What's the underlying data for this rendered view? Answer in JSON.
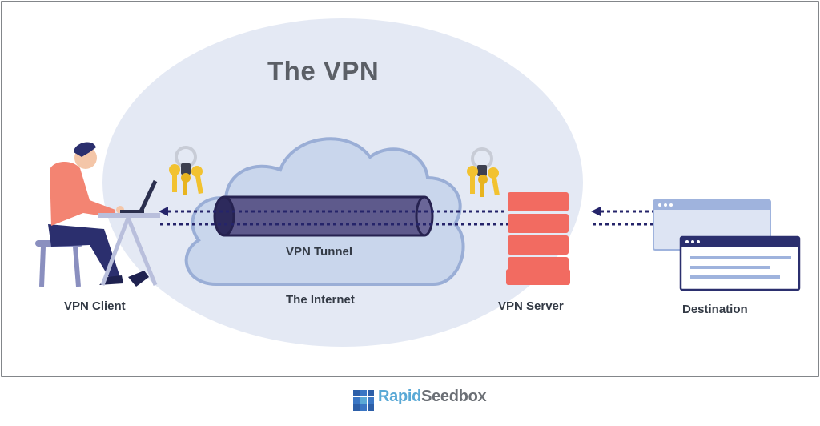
{
  "title": "The VPN",
  "labels": {
    "client": "VPN Client",
    "internet": "The Internet",
    "tunnel": "VPN Tunnel",
    "server": "VPN Server",
    "destination": "Destination"
  },
  "logo": {
    "part1": "Rapid",
    "part2": "Seedbox"
  },
  "colors": {
    "oval": "#e4e9f4",
    "cloud_fill": "#c9d6ec",
    "cloud_stroke": "#9aaed6",
    "tunnel": "#5e5a8c",
    "server": "#f26b61",
    "arrow": "#25246a",
    "person_shirt": "#f38472",
    "person_pants": "#2b2f6e",
    "key": "#f2c230",
    "frame": "#555a60"
  },
  "icons": [
    "person-icon",
    "laptop-icon",
    "key-icon",
    "server-icon",
    "browser-window-icon",
    "cloud-icon",
    "tunnel-icon",
    "logo-grid-icon"
  ]
}
